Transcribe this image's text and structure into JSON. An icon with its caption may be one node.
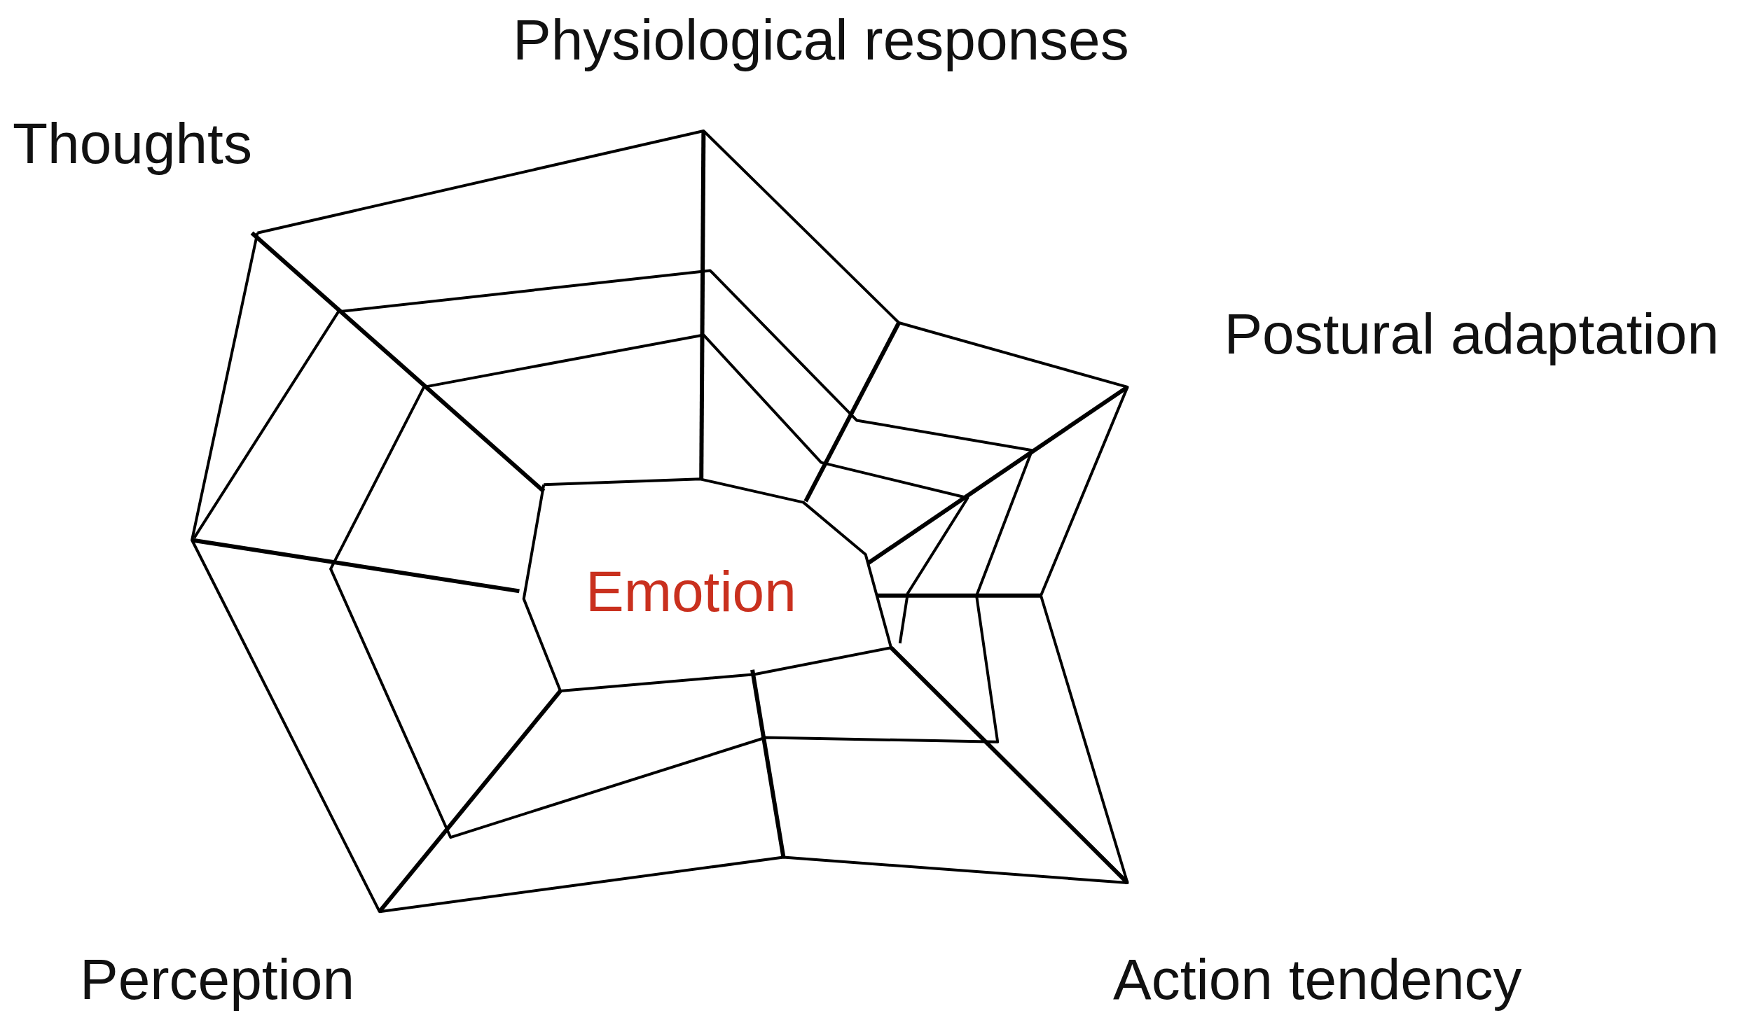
{
  "diagram": {
    "labels": [
      "Physiological responses",
      "Thoughts",
      "Postural adaptation",
      "Emotion",
      "Perception",
      "Action tendency"
    ]
  }
}
